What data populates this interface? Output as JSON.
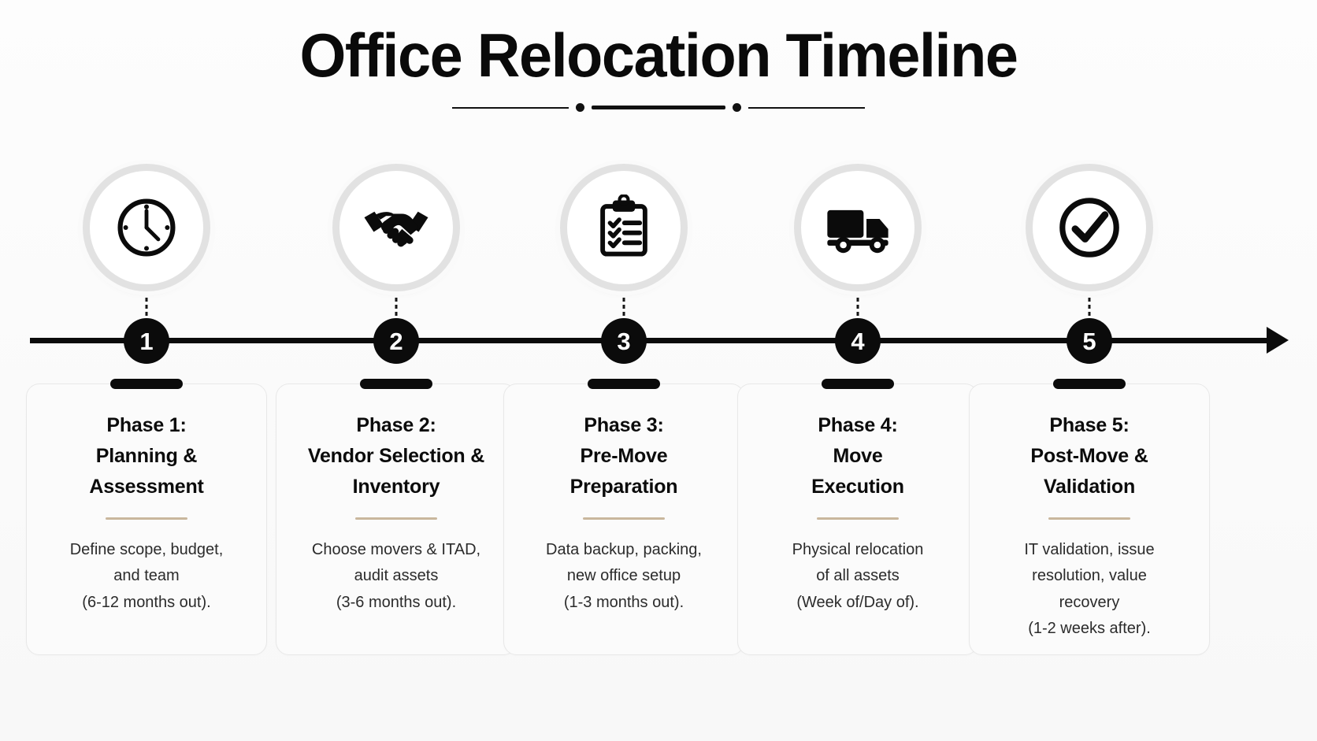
{
  "header": {
    "title": "Office Relocation Timeline",
    "ornament": "line-dot-line-dot-line"
  },
  "timeline": {
    "axis_direction": "left-to-right",
    "arrow_head": "right",
    "accent_color": "#0b0b0b",
    "rule_color": "#c9b79d",
    "badge_ring_color": "#e2e2e2",
    "background_color": "#fbfbfb"
  },
  "phases": [
    {
      "node": "1",
      "icon": "clock-icon",
      "title_lines": [
        "Phase 1:",
        "Planning &",
        "Assessment"
      ],
      "body_lines": [
        "Define scope, budget,",
        "and team",
        "(6-12 months out)."
      ]
    },
    {
      "node": "2",
      "icon": "handshake-icon",
      "title_lines": [
        "Phase 2:",
        "Vendor Selection &",
        "Inventory"
      ],
      "body_lines": [
        "Choose movers & ITAD,",
        "audit assets",
        "(3-6 months out)."
      ]
    },
    {
      "node": "3",
      "icon": "clipboard-checklist-icon",
      "title_lines": [
        "Phase 3:",
        "Pre-Move",
        "Preparation"
      ],
      "body_lines": [
        "Data backup, packing,",
        "new office setup",
        "(1-3 months out)."
      ]
    },
    {
      "node": "4",
      "icon": "delivery-truck-icon",
      "title_lines": [
        "Phase 4:",
        "Move",
        "Execution"
      ],
      "body_lines": [
        "Physical relocation",
        "of all assets",
        "(Week of/Day of)."
      ]
    },
    {
      "node": "5",
      "icon": "check-circle-icon",
      "title_lines": [
        "Phase 5:",
        "Post-Move &",
        "Validation"
      ],
      "body_lines": [
        "IT validation, issue",
        "resolution, value",
        "recovery",
        "(1-2 weeks after)."
      ]
    }
  ]
}
